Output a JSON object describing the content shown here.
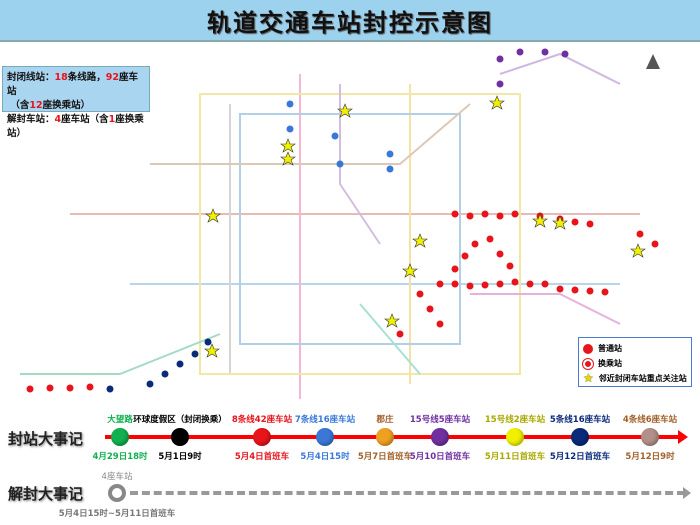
{
  "title": "轨道交通车站封控示意图",
  "info": {
    "closed_prefix": "封闭线站：",
    "closed_lines": "18",
    "closed_lines_unit": "条线路，",
    "closed_stations": "92",
    "closed_stations_unit": "座车站",
    "transfer_open": "（含",
    "transfer_count": "12",
    "transfer_close": "座换乘站）",
    "reopened_prefix": "解封车站：",
    "reopened_count": "4",
    "reopened_mid": "座车站（含",
    "reopened_transfer": "1",
    "reopened_suffix": "座换乘站）"
  },
  "legend": [
    {
      "icon": "red-dot",
      "label": "普通站"
    },
    {
      "icon": "transfer-icon",
      "label": "换乘站"
    },
    {
      "icon": "star-icon",
      "label": "邻近封闭车站重点关注站"
    }
  ],
  "closure_timeline": {
    "label": "封站大事记",
    "events": [
      {
        "top": "大望路",
        "bottom": "4月29日18时",
        "color": "#10b050"
      },
      {
        "top": "环球度假区（封闭换乘）",
        "bottom": "5月1日9时",
        "color": "#000000"
      },
      {
        "top": "8条线42座车站",
        "bottom": "5月4日首班车",
        "color": "#e8141b"
      },
      {
        "top": "7条线16座车站",
        "bottom": "5月4日15时",
        "color": "#3a78d8"
      },
      {
        "top": "郡庄",
        "bottom": "5月7日首班车",
        "color": "#f0a020"
      },
      {
        "top": "15号线5座车站",
        "bottom": "5月10日首班车",
        "color": "#7030a0"
      },
      {
        "top": "15号线2座车站",
        "bottom": "5月11日首班车",
        "color": "#f0f000"
      },
      {
        "top": "5条线16座车站",
        "bottom": "5月12日首班车",
        "color": "#0a2a7a"
      },
      {
        "top": "4条线6座车站",
        "bottom": "5月12日9时",
        "color": "#b09088"
      }
    ]
  },
  "reopen_timeline": {
    "label": "解封大事记",
    "events": [
      {
        "top": "4座车站",
        "bottom": "5月4日15时~5月11日首班车"
      }
    ]
  }
}
